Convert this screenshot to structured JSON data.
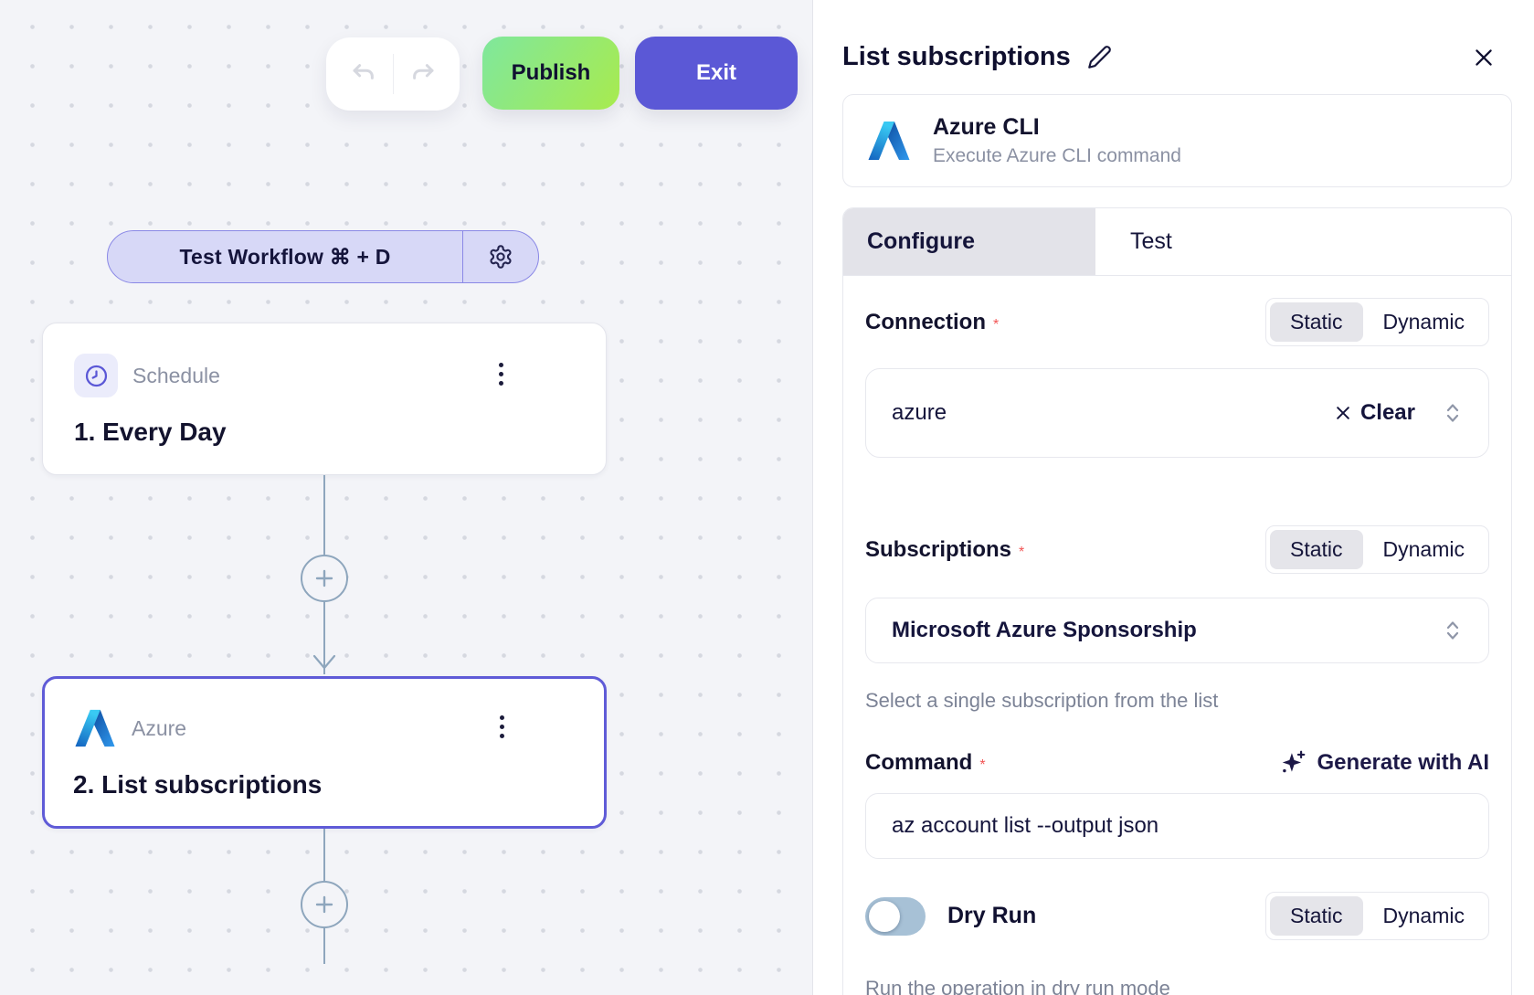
{
  "toolbar": {
    "publish": "Publish",
    "exit": "Exit"
  },
  "workflow": {
    "test_button": "Test Workflow ⌘ + D",
    "steps": [
      {
        "app": "Schedule",
        "title": "1. Every Day"
      },
      {
        "app": "Azure",
        "title": "2. List subscriptions"
      }
    ]
  },
  "panel": {
    "title": "List subscriptions",
    "app": {
      "name": "Azure CLI",
      "description": "Execute Azure CLI command"
    },
    "tabs": {
      "configure": "Configure",
      "test": "Test"
    },
    "toggle_options": {
      "static": "Static",
      "dynamic": "Dynamic"
    },
    "connection": {
      "label": "Connection",
      "required": "*",
      "value": "azure",
      "clear": "Clear"
    },
    "subscriptions": {
      "label": "Subscriptions",
      "required": "*",
      "value": "Microsoft Azure Sponsorship",
      "help": "Select a single subscription from the list"
    },
    "command": {
      "label": "Command",
      "required": "*",
      "generate": "Generate with AI",
      "value": "az account list --output json"
    },
    "dry_run": {
      "label": "Dry Run",
      "state": "off",
      "help": "Run the operation in dry run mode"
    }
  },
  "icons": {
    "undo": "curved-arrow-left",
    "redo": "curved-arrow-right",
    "settings": "gear",
    "schedule": "clock",
    "step_menu": "kebab-dots",
    "edit": "pencil",
    "close": "x",
    "clear": "x",
    "picker": "chevron-up-down",
    "generate": "sparkle-plus",
    "azure_logo": "azure-a",
    "add_step": "plus-circle"
  },
  "colors": {
    "accent_indigo": "#5b58d6",
    "selected_border": "#5f5bd7",
    "publish_gradient_start": "#7fe79d",
    "publish_gradient_end": "#a8eb4e",
    "connector": "#8ea6bd",
    "toggle_off_track": "#a7c1d6",
    "required_red": "#f25555",
    "tab_active_bg": "#e3e3e9"
  }
}
